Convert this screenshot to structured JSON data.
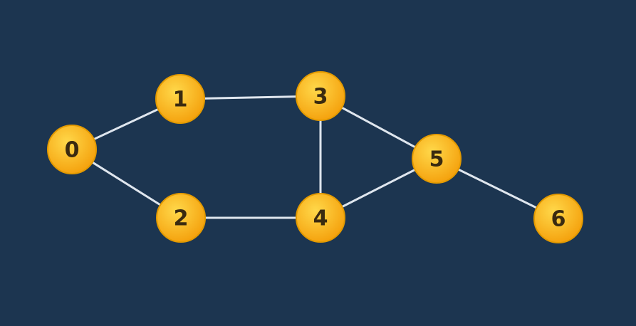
{
  "graph": {
    "colors": {
      "background": "#1c3550",
      "edge": "#dfe6ee",
      "node_fill_light": "#ffcc3a",
      "node_fill_dark": "#f5a30f",
      "node_stroke": "#e39a00",
      "label": "#3a2a10"
    },
    "nodes": [
      {
        "id": "0",
        "label": "0"
      },
      {
        "id": "1",
        "label": "1"
      },
      {
        "id": "2",
        "label": "2"
      },
      {
        "id": "3",
        "label": "3"
      },
      {
        "id": "4",
        "label": "4"
      },
      {
        "id": "5",
        "label": "5"
      },
      {
        "id": "6",
        "label": "6"
      }
    ],
    "edges": [
      {
        "from": "0",
        "to": "1"
      },
      {
        "from": "0",
        "to": "2"
      },
      {
        "from": "1",
        "to": "3"
      },
      {
        "from": "2",
        "to": "4"
      },
      {
        "from": "3",
        "to": "4"
      },
      {
        "from": "3",
        "to": "5"
      },
      {
        "from": "4",
        "to": "5"
      },
      {
        "from": "5",
        "to": "6"
      }
    ]
  }
}
